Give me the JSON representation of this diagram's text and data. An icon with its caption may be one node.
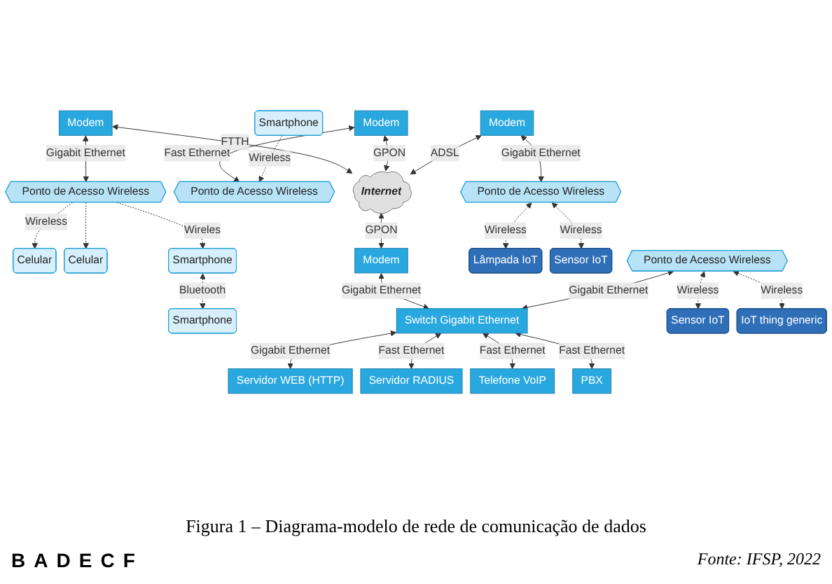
{
  "diagram": {
    "caption": "Figura 1 – Diagrama-modelo de rede de comunicação de dados",
    "nodes": [
      {
        "text": [
          "Celular"
        ]
      },
      {
        "text": [
          "Celular"
        ]
      },
      {
        "text": [
          "Ponto de Acesso Wireless"
        ]
      },
      {
        "text": [
          "Smartphone"
        ]
      },
      {
        "text": [
          "Smartphone"
        ]
      },
      {
        "text": [
          "Modem"
        ]
      },
      {
        "text": [
          "Modem"
        ]
      },
      {
        "text": [
          "Ponto de Acesso Wireless"
        ]
      },
      {
        "text": [
          "Smartphone"
        ]
      },
      {
        "text": [
          "Internet"
        ]
      },
      {
        "text": [
          "Modem"
        ]
      },
      {
        "text": [
          "Switch Gigabit Ethernet"
        ]
      },
      {
        "text": [
          "Servidor WEB (HTTP)"
        ]
      },
      {
        "text": [
          "Servidor RADIUS"
        ]
      },
      {
        "text": [
          "Telefone VoIP"
        ]
      },
      {
        "text": [
          "PBX"
        ]
      },
      {
        "text": [
          "Modem"
        ]
      },
      {
        "text": [
          "Lâmpada IoT"
        ]
      },
      {
        "text": [
          "Ponto de Acesso Wireless"
        ]
      },
      {
        "text": [
          "Sensor IoT"
        ]
      },
      {
        "text": [
          "Sensor IoT"
        ]
      },
      {
        "text": [
          "IoT thing generic"
        ]
      },
      {
        "text": [
          "Ponto de Acesso Wireless"
        ]
      }
    ],
    "edges": [
      {
        "from": 2,
        "to": 0,
        "arrow": "to",
        "label": "Wireless",
        "style": "dashed"
      },
      {
        "from": 2,
        "to": 1,
        "arrow": "to",
        "style": "dashed"
      },
      {
        "from": 2,
        "to": 3,
        "arrow": "to",
        "label": "Wireles",
        "style": "dashed"
      },
      {
        "from": 3,
        "to": 4,
        "arrow": "both",
        "label": "Bluetooth",
        "style": "dashed"
      },
      {
        "from": 5,
        "to": 2,
        "arrow": "both",
        "label": "Gigabit Ethernet"
      },
      {
        "from": 5,
        "to": 9,
        "arrow": "both",
        "label": "FTTH"
      },
      {
        "from": 6,
        "to": 9,
        "arrow": "both",
        "label": "GPON"
      },
      {
        "from": 6,
        "to": 7,
        "arrow": "both",
        "label": "Fast Ethernet"
      },
      {
        "from": 8,
        "to": 7,
        "arrow": "to",
        "label": "Wireless",
        "style": "dashed"
      },
      {
        "from": 9,
        "to": 10,
        "arrow": "both",
        "label": "GPON"
      },
      {
        "from": 10,
        "to": 11,
        "arrow": "both",
        "label": "Gigabit Ethernet"
      },
      {
        "from": 11,
        "to": 12,
        "arrow": "both",
        "label": "Gigabit Ethernet"
      },
      {
        "from": 11,
        "to": 13,
        "arrow": "both",
        "label": "Fast Ethernet"
      },
      {
        "from": 11,
        "to": 14,
        "arrow": "both",
        "label": "Fast Ethernet"
      },
      {
        "from": 11,
        "to": 15,
        "arrow": "both",
        "label": "Fast Ethernet"
      },
      {
        "from": 22,
        "to": 11,
        "arrow": "both",
        "label": "Gigabit Ethernet"
      },
      {
        "from": 16,
        "to": 9,
        "arrow": "both",
        "label": "ADSL"
      },
      {
        "from": 16,
        "to": 18,
        "arrow": "both",
        "label": "Gigabit Ethernet"
      },
      {
        "from": 18,
        "to": 17,
        "arrow": "both",
        "label": "Wireless",
        "style": "dashed"
      },
      {
        "from": 18,
        "to": 19,
        "arrow": "both",
        "label": "Wireless",
        "style": "dashed"
      },
      {
        "from": 22,
        "to": 20,
        "arrow": "both",
        "label": "Wireless",
        "style": "dashed"
      },
      {
        "from": 22,
        "to": 21,
        "arrow": "both",
        "label": "Wireless",
        "style": "dashed"
      }
    ],
    "labels": [
      "B",
      "A",
      "D",
      "E",
      "C",
      "F",
      "Fonte: IFSP, 2022"
    ]
  }
}
